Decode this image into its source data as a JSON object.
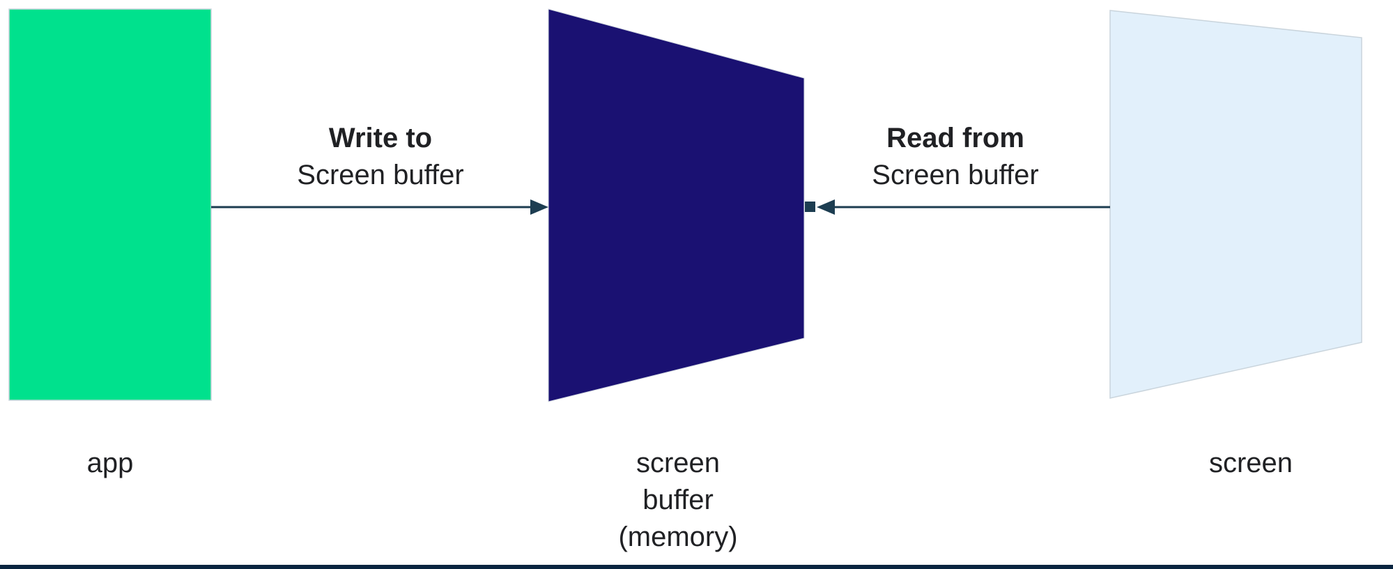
{
  "diagram": {
    "background": "#ffffff",
    "text_color": "#202124",
    "nodes": {
      "app": {
        "label": "app",
        "fill": "#00e18d"
      },
      "screen_buffer": {
        "label": "screen\nbuffer\n(memory)",
        "fill": "#1a1172"
      },
      "screen": {
        "label": "screen",
        "fill": "#e2f0fb"
      }
    },
    "arrows": {
      "color": "#1d3d51",
      "write": {
        "title": "Write to",
        "subtitle": "Screen buffer"
      },
      "read": {
        "title": "Read from",
        "subtitle": "Screen buffer"
      }
    },
    "baseline_color": "#0a2540"
  }
}
